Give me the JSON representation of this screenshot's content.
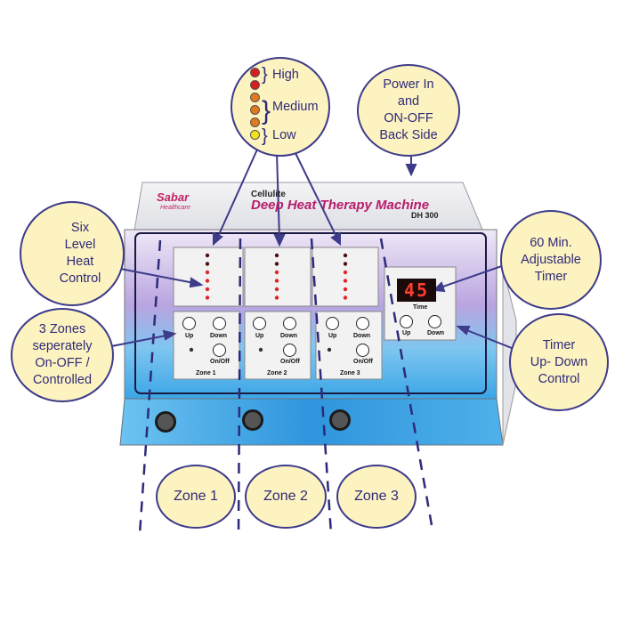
{
  "heat_legend": {
    "high": "High",
    "medium": "Medium",
    "low": "Low",
    "dot_colors": [
      "#d61f1f",
      "#d61f1f",
      "#e07a1c",
      "#e07a1c",
      "#e07a1c",
      "#f2e21c"
    ]
  },
  "callouts": {
    "power": "Power In\nand\nON-OFF\nBack Side",
    "six_level": "Six\nLevel\nHeat\nControl",
    "three_zones": "3 Zones\nseperately\nOn-OFF /\nControlled",
    "timer_60": "60 Min.\nAdjustable\nTimer",
    "timer_updown": "Timer\nUp- Down\nControl"
  },
  "zones_below": [
    "Zone 1",
    "Zone 2",
    "Zone 3"
  ],
  "device": {
    "brand": "Sabar",
    "brand_sub": "Healthcare",
    "title_small": "Cellulite",
    "title_main": "Deep Heat Therapy Machine",
    "model": "DH 300",
    "timer_display": "45",
    "timer_label": "Time",
    "up_label": "Up",
    "down_label": "Down",
    "onoff_label": "On/Off",
    "zone_labels": [
      "Zone 1",
      "Zone 2",
      "Zone 3"
    ]
  },
  "colors": {
    "bubble_fill": "#fdf3c0",
    "bubble_stroke": "#3d3b8a",
    "accent_text": "#2e2a7a",
    "panel_blue": "#3aa6e6"
  }
}
